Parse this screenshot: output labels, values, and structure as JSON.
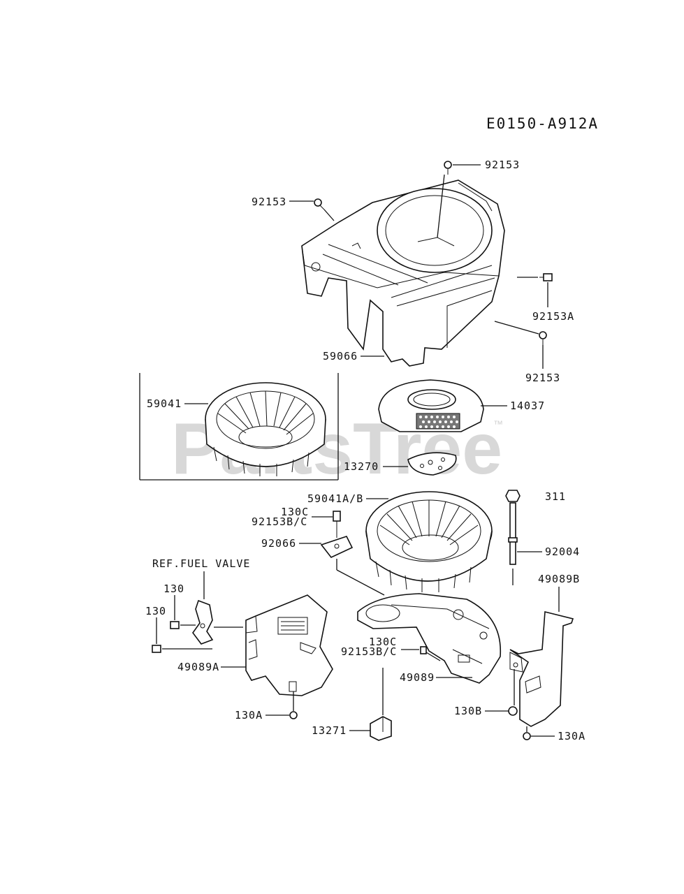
{
  "diagram_code": "E0150-A912A",
  "watermark": {
    "text": "PartsTree",
    "trademark": "™"
  },
  "labels": {
    "p92153_top": "92153",
    "p92153_left": "92153",
    "p92153a": "92153A",
    "p92153_right": "92153",
    "p59066": "59066",
    "p59041": "59041",
    "p14037": "14037",
    "p13270": "13270",
    "p59041ab": "59041A/B",
    "p311": "311",
    "p130c_upper": "130C",
    "p92153bc_upper": "92153B/C",
    "p92066": "92066",
    "p92004": "92004",
    "ref_fuel_valve": "REF.FUEL VALVE",
    "p130_a": "130",
    "p130_b": "130",
    "p49089b": "49089B",
    "p130c_lower": "130C",
    "p92153bc_lower": "92153B/C",
    "p49089a": "49089A",
    "p49089": "49089",
    "p130a_left": "130A",
    "p130b": "130B",
    "p13271": "13271",
    "p130a_right": "130A"
  }
}
